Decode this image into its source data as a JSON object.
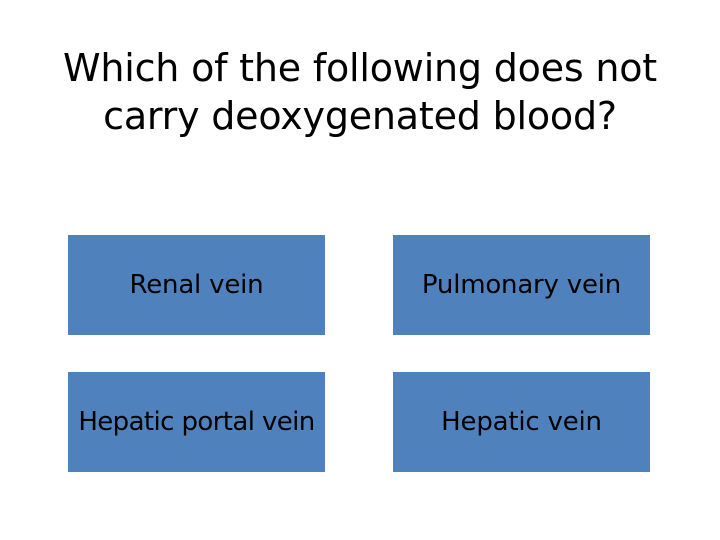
{
  "slide": {
    "background_color": "#FFFFFF",
    "question": "Which of the following does not\ncarry deoxygenated blood?"
  },
  "answers": {
    "box_color": "#4F81BD",
    "text_color": "#000000",
    "options": [
      {
        "id": "option-a",
        "label": "Renal vein",
        "row": 0,
        "col": 0
      },
      {
        "id": "option-b",
        "label": "Pulmonary vein",
        "row": 0,
        "col": 1
      },
      {
        "id": "option-c",
        "label": "Hepatic portal vein",
        "row": 1,
        "col": 0
      },
      {
        "id": "option-d",
        "label": "Hepatic vein",
        "row": 1,
        "col": 1
      }
    ]
  }
}
